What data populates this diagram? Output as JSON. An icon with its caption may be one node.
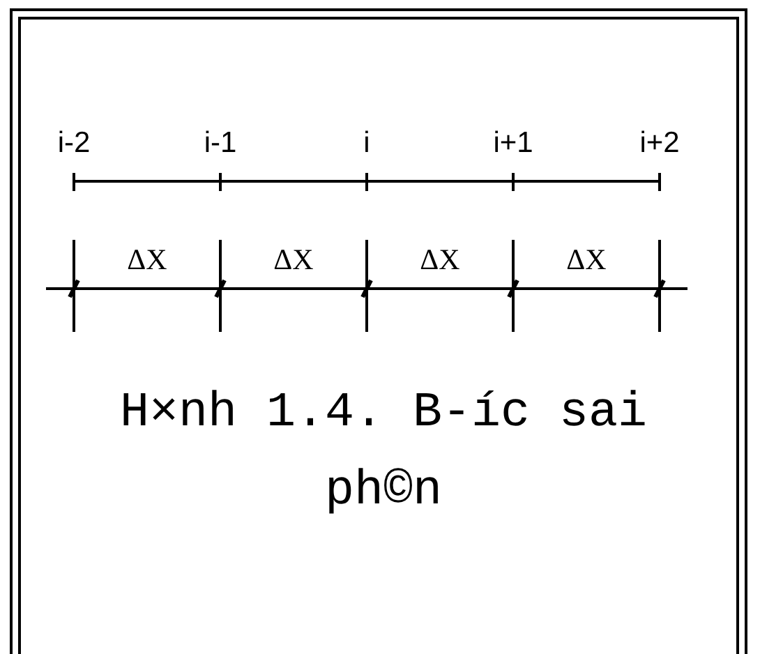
{
  "diagram": {
    "caption": "H×nh 1.4. B-íc sai ph©n",
    "labels": [
      "i-2",
      "i-1",
      "i",
      "i+1",
      "i+2",
      "ΔX",
      "ΔX",
      "ΔX",
      "ΔX"
    ]
  }
}
